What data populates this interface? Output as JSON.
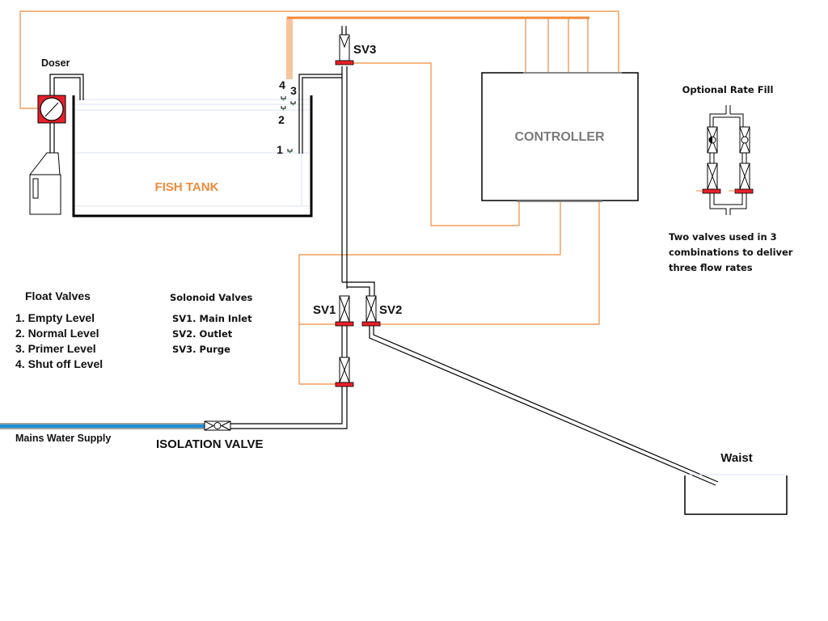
{
  "diagram": {
    "colors": {
      "signal_wire": "#f08a3a",
      "valve_actuator": "#e8202a",
      "mains_pipe": "#1a8fd6",
      "controller_text": "#7a7a7a",
      "tank_label": "#f08a3a"
    },
    "labels": {
      "doser": "Doser",
      "fish_tank": "FISH TANK",
      "controller": "CONTROLLER",
      "sv1": "SV1",
      "sv2": "SV2",
      "sv3": "SV3",
      "mains_water_supply": "Mains Water Supply",
      "isolation_valve": "ISOLATION VALVE",
      "waist": "Waist",
      "optional_rate_fill": "Optional Rate Fill"
    },
    "float_markers": [
      "1",
      "2",
      "3",
      "4"
    ],
    "float_valves": {
      "title": "Float Valves",
      "items": [
        "1. Empty Level",
        "2. Normal Level",
        "3. Primer Level",
        "4. Shut off Level"
      ]
    },
    "solenoid_valves": {
      "title": "Solonoid Valves",
      "items": [
        "SV1. Main Inlet",
        "SV2. Outlet",
        "SV3. Purge"
      ]
    },
    "rate_fill_note": [
      "Two valves used in 3",
      "combinations to deliver",
      "three flow rates"
    ]
  }
}
